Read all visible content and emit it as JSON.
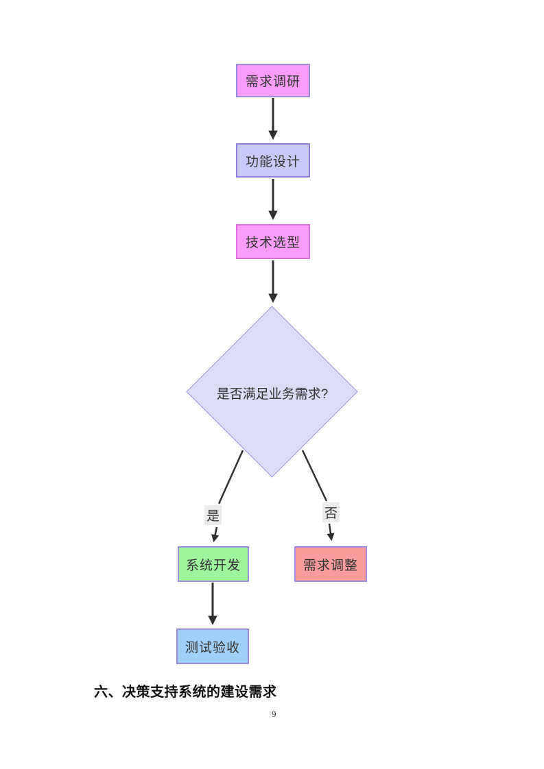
{
  "page": {
    "heading": "六、决策支持系统的建设需求",
    "page_number": "9"
  },
  "flowchart": {
    "line_color": "#2f2f2f",
    "nodes": {
      "requirements_research": {
        "label": "需求调研",
        "fill": "#f99df9",
        "border": "#9c8cdc"
      },
      "function_design": {
        "label": "功能设计",
        "fill": "#c9c9f7",
        "border": "#8f80dc"
      },
      "technology_selection": {
        "label": "技术选型",
        "fill": "#f99df9",
        "border": "#e06ee0"
      },
      "decision": {
        "label": "是否满足业务需求?",
        "fill": "#dcdcf8",
        "border": "#9f90dd"
      },
      "system_development": {
        "label": "系统开发",
        "fill": "#9df49d",
        "border": "#9c8cdc"
      },
      "requirements_adjustment": {
        "label": "需求调整",
        "fill": "#f99c9c",
        "border": "#9c8cdc"
      },
      "testing_acceptance": {
        "label": "测试验收",
        "fill": "#a0d0f7",
        "border": "#9c8cdc"
      }
    },
    "edge_labels": {
      "yes": {
        "label": "是",
        "bg": "#ececec"
      },
      "no": {
        "label": "否",
        "bg": "#ececec"
      }
    },
    "edges": [
      {
        "from": "requirements_research",
        "to": "function_design",
        "label": ""
      },
      {
        "from": "function_design",
        "to": "technology_selection",
        "label": ""
      },
      {
        "from": "technology_selection",
        "to": "decision",
        "label": ""
      },
      {
        "from": "decision",
        "to": "system_development",
        "label": "是"
      },
      {
        "from": "decision",
        "to": "requirements_adjustment",
        "label": "否"
      },
      {
        "from": "system_development",
        "to": "testing_acceptance",
        "label": ""
      }
    ]
  }
}
